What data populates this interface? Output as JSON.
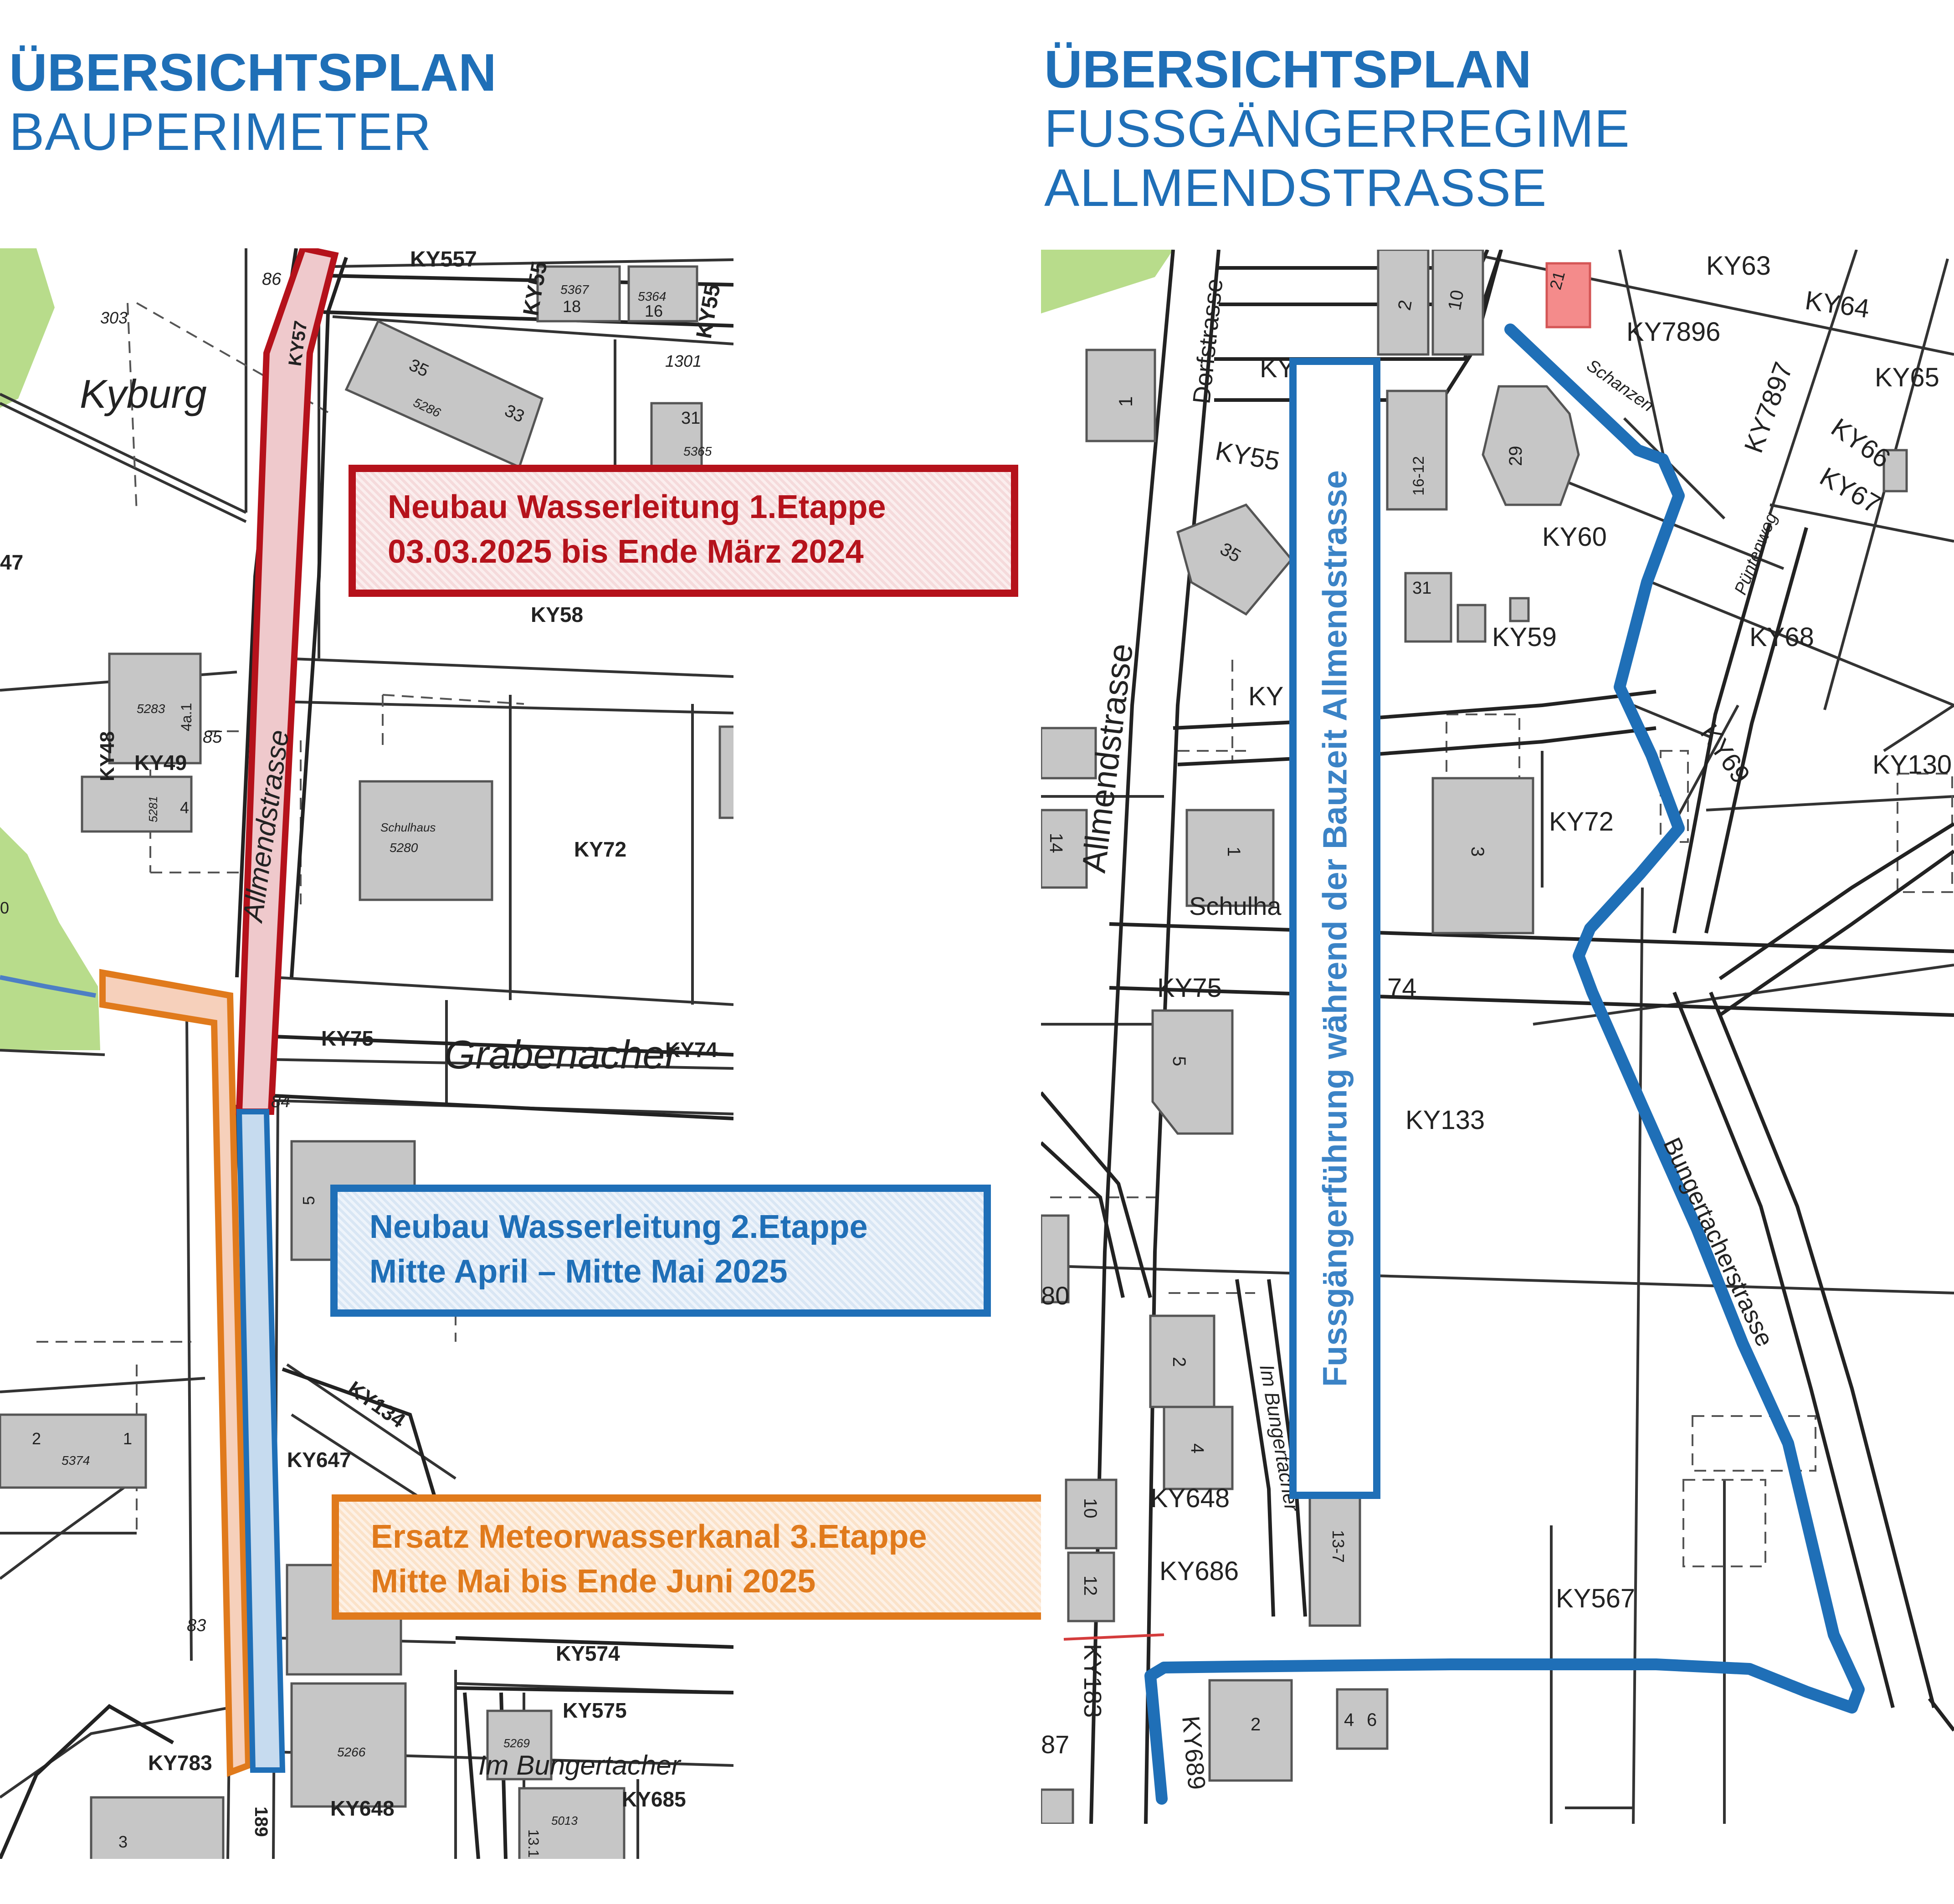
{
  "left_panel": {
    "title": "ÜBERSICHTSPLAN",
    "subtitle": "BAUPERIMETER",
    "callouts": [
      {
        "line1": "Neubau Wasserleitung 1.Etappe",
        "line2": "03.03.2025 bis Ende März 2024",
        "color": "#b5121b"
      },
      {
        "line1": "Neubau Wasserleitung 2.Etappe",
        "line2": "Mitte April – Mitte Mai 2025",
        "color": "#1f6fb7"
      },
      {
        "line1": "Ersatz Meteorwasserkanal 3.Etappe",
        "line2": "Mitte Mai bis Ende Juni 2025",
        "color": "#e07a1c"
      }
    ],
    "map_labels": {
      "kyburg": "Kyburg",
      "allmendstrasse": "Allmendstrasse",
      "grabenacher": "Grabenacher",
      "im_bungertacher": "Im Bungertacher",
      "ky557": "KY557",
      "ky55": "KY55",
      "ky55b": "KY55",
      "ky58": "KY58",
      "ky47": "47",
      "ky49": "KY49",
      "ky48": "KY48",
      "ky72": "KY72",
      "ky75": "KY75",
      "ky74": "KY74",
      "ky647": "KY647",
      "ky134": "KY134",
      "ky574": "KY574",
      "ky575": "KY575",
      "ky783": "KY783",
      "ky648": "KY648",
      "ky685": "KY685",
      "ky57": "KY57",
      "n189": "189",
      "h86": "86",
      "h303": "303",
      "h1301": "1301",
      "h85": "85",
      "h84": "84",
      "h83": "83",
      "n35": "35",
      "n33": "33",
      "n5286": "5286",
      "n31": "31",
      "n5365": "5365",
      "n5367": "5367",
      "n18": "18",
      "n5364": "5364",
      "n16": "16",
      "n5283": "5283",
      "n4a1": "4a.1",
      "n4": "4",
      "n5281": "5281",
      "n5280": "5280",
      "schulhaus": "Schulhaus",
      "n2": "2",
      "n1": "1",
      "n5374": "5374",
      "n5": "5",
      "n5266": "5266",
      "n5269": "5269",
      "n5013": "5013",
      "n13": "13.1",
      "n3": "3",
      "n0": "0"
    }
  },
  "right_panel": {
    "title": "ÜBERSICHTSPLAN",
    "subtitle_line1": "FUSSGÄNGERREGIME",
    "subtitle_line2": "ALLMENDSTRASSE",
    "vertical_label": "Fussgängerführung während der Bauzeit Allmendstrasse",
    "route_color": "#1f6fb7",
    "map_labels": {
      "dorfstrasse": "Dorfstrasse",
      "allmendstrasse": "Allmendstrasse",
      "schanzen": "Schanzen",
      "puentenweg": "Püntenweg",
      "bungertacherstrasse": "Bungertacherstrasse",
      "im_bungertacher": "Im Bungertacher",
      "schulhaus": "Schulha",
      "ky63": "KY63",
      "ky64": "KY64",
      "ky7896": "KY7896",
      "ky65": "KY65",
      "ky7897": "KY7897",
      "ky66": "KY66",
      "ky67": "KY67",
      "ky60": "KY60",
      "ky59": "KY59",
      "ky68": "KY68",
      "ky69": "KY69",
      "ky130": "KY130",
      "ky72": "KY72",
      "ky75": "KY75",
      "ky74": "74",
      "ky133": "KY133",
      "ky567": "KY567",
      "ky648": "KY648",
      "ky686": "KY686",
      "ky183": "KY183",
      "ky689": "KY689",
      "ky55": "KY55",
      "ky": "KY",
      "ky_b": "KY",
      "n1": "1",
      "n2": "2",
      "n10": "10",
      "n16_12": "16-12",
      "n29": "29",
      "n35": "35",
      "n31": "31",
      "n21": "21",
      "n3": "3",
      "n5": "5",
      "n4": "4",
      "n12": "12",
      "n13_7": "13-7",
      "n6": "6",
      "n80": "80",
      "n14": "14",
      "n87": "87"
    }
  }
}
